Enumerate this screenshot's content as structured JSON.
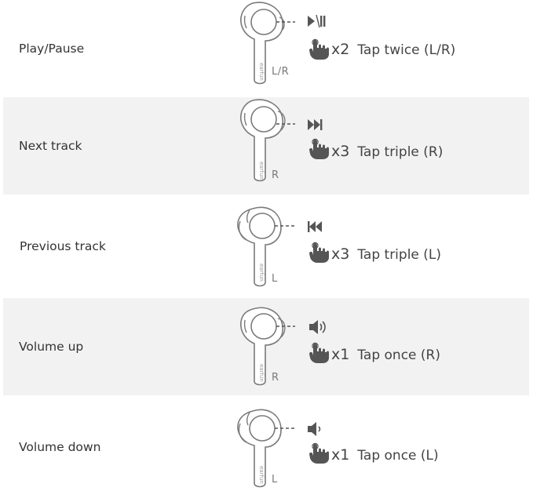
{
  "brand": "earfun",
  "rows": [
    {
      "label": "Play/Pause",
      "side": "L/R",
      "icon": "play-pause-icon",
      "count": "x2",
      "gesture": "Tap twice (L/R)"
    },
    {
      "label": "Next track",
      "side": "R",
      "icon": "next-track-icon",
      "count": "x3",
      "gesture": "Tap triple (R)"
    },
    {
      "label": "Previous track",
      "side": "L",
      "icon": "previous-track-icon",
      "count": "x3",
      "gesture": "Tap triple (L)"
    },
    {
      "label": "Volume up",
      "side": "R",
      "icon": "volume-up-icon",
      "count": "x1",
      "gesture": "Tap once (R)"
    },
    {
      "label": "Volume down",
      "side": "L",
      "icon": "volume-down-icon",
      "count": "x1",
      "gesture": "Tap once (L)"
    }
  ],
  "colors": {
    "shade": "#f2f2f2",
    "icon": "#555555",
    "outline": "#7a7a7a"
  }
}
